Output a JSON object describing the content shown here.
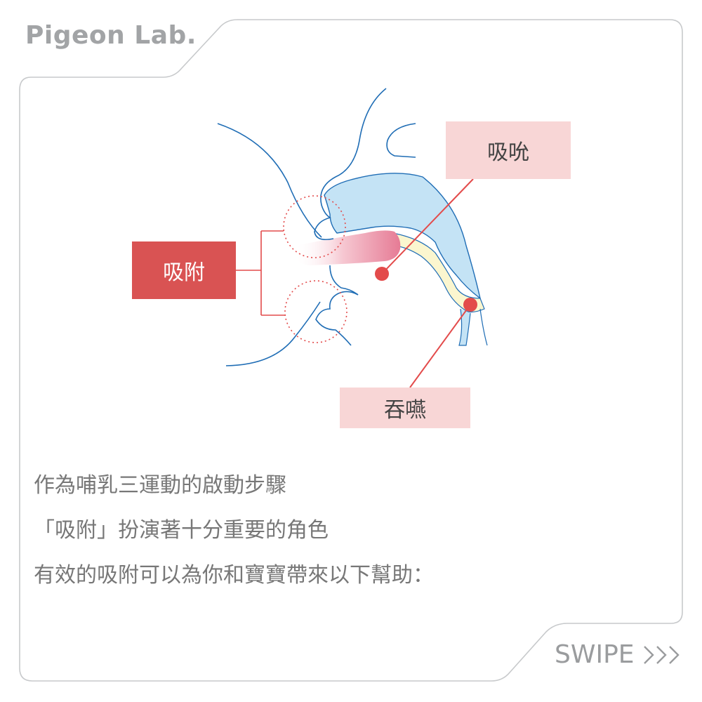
{
  "brand": {
    "name": "Pigeon Lab."
  },
  "diagram": {
    "labels": {
      "sucking": "吸吮",
      "latching": "吸附",
      "swallowing": "吞嚥"
    },
    "colors": {
      "outline": "#1f6db5",
      "palate_fill": "#c4e3f5",
      "tongue_fill": "#fbf6cf",
      "nipple_fill": "#e8889e",
      "marker": "#e34b4b",
      "latch_box": "#d95353",
      "pink_box": "#f8d6d6"
    }
  },
  "body": {
    "lines": [
      "作為哺乳三運動的啟動步驟",
      "「吸附」扮演著十分重要的角色",
      "有效的吸附可以為你和寶寶帶來以下幫助："
    ]
  },
  "footer": {
    "swipe_label": "SWIPE",
    "chevrons_icon": "triple-chevron-right-icon"
  }
}
